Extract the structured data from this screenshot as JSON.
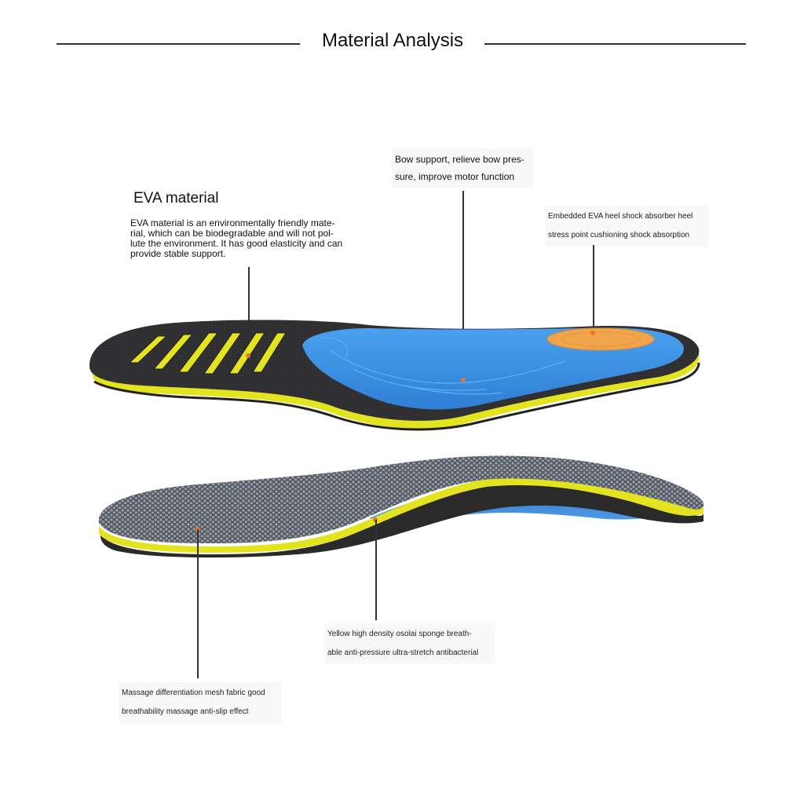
{
  "header": {
    "title": "Material Analysis"
  },
  "callouts": {
    "eva": {
      "heading": "EVA material",
      "body": "EVA material is an environmentally friendly mate-rial, which can be biodegradable and will not pol-lute the environment. It has good elasticity and can provide stable support."
    },
    "bow": {
      "line1": "Bow support, relieve bow pres-",
      "line2": "sure, improve motor function"
    },
    "heel": {
      "line1": "Embedded EVA heel shock absorber heel",
      "line2": "stress point cushioning shock absorption"
    },
    "sponge": {
      "line1": "Yellow high density osolai sponge breath-",
      "line2": "able anti-pressure ultra-stretch antibacterial"
    },
    "mesh": {
      "line1": "Massage differentiation mesh fabric good",
      "line2": "breathability massage anti-slip effect"
    }
  },
  "colors": {
    "insole_top_dark": "#2f2f31",
    "insole_blue": "#3a8ee0",
    "insole_yellow": "#e3e41f",
    "heel_pad_orange": "#f0a54a",
    "marker_orange": "#e8772e",
    "mesh_grey": "#7d8590"
  }
}
